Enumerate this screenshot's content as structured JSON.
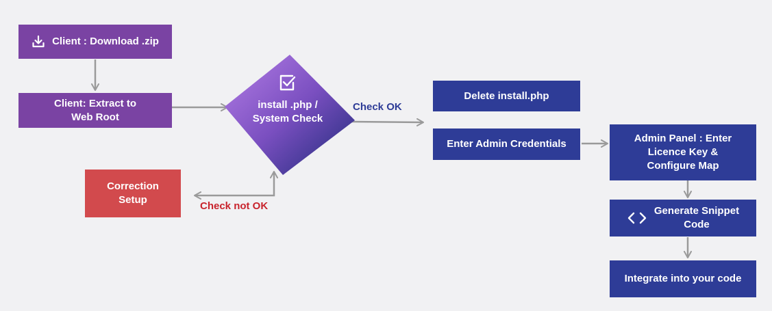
{
  "colors": {
    "background": "#f1f1f3",
    "client_purple": "#7a43a3",
    "admin_blue": "#2e3c97",
    "correction_red": "#d24a4d",
    "connector_gray": "#9a9a9a",
    "ok_label": "#2e3c97",
    "not_ok_label": "#c8232c"
  },
  "nodes": {
    "download": {
      "label": "Client : Download .zip",
      "icon": "download-icon"
    },
    "extract": {
      "label": "Client: Extract to\nWeb Root"
    },
    "check": {
      "label": "install .php /\nSystem Check",
      "icon": "checkbox-icon"
    },
    "correction": {
      "label": "Correction\nSetup"
    },
    "delete_install": {
      "label": "Delete install.php"
    },
    "admin_credentials": {
      "label": "Enter Admin Credentials"
    },
    "admin_panel": {
      "label": "Admin Panel : Enter\nLicence Key &\nConfigure Map"
    },
    "snippet": {
      "label": "Generate Snippet\nCode",
      "icon": "code-brackets-icon"
    },
    "integrate": {
      "label": "Integrate into your code"
    }
  },
  "edge_labels": {
    "check_ok": "Check OK",
    "check_not_ok": "Check not OK"
  }
}
